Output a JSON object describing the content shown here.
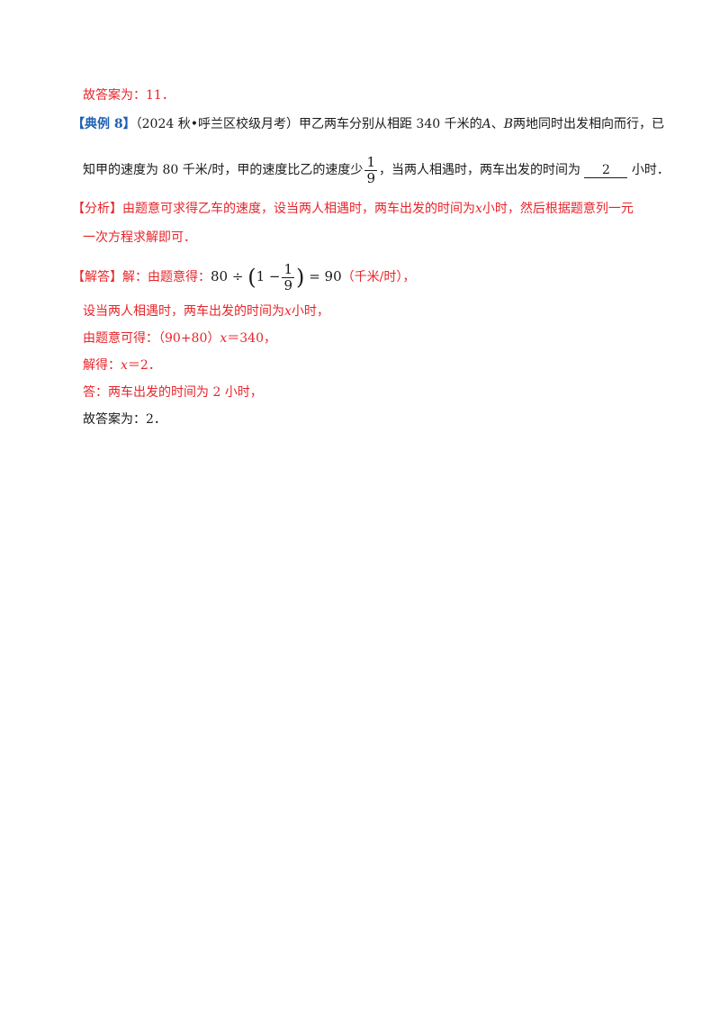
{
  "prev_answer": "故答案为：11．",
  "example": {
    "tag": "【典例 8】",
    "source": "（2024 秋•呼兰区校级月考）",
    "q_part1": "甲乙两车分别从相距 340 千米的",
    "var_a": "A",
    "sep": "、",
    "var_b": "B",
    "q_part2": "两地同时出发相向而行，已",
    "q_line2_a": "知甲的速度为 80 千米/时，甲的速度比乙的速度少",
    "frac_num": "1",
    "frac_den": "9",
    "q_line2_b": "，当两人相遇时，两车出发的时间为",
    "blank_answer": "2",
    "q_line2_c": "小时．"
  },
  "analysis": {
    "tag": "【分析】",
    "line1_a": "由题意可求得乙车的速度，设当两人相遇时，两车出发的时间为",
    "var_x": "x",
    "line1_b": "小时，然后根据题意列一元",
    "line2": "一次方程求解即可．"
  },
  "solution": {
    "tag": "【解答】",
    "intro": "解：由题意得：",
    "eq_left": "80 ÷",
    "eq_paren_open": "(",
    "eq_one_minus": "1 −",
    "eq_frac_num": "1",
    "eq_frac_den": "9",
    "eq_paren_close": ")",
    "eq_right": "= 90",
    "eq_unit": "（千米/时），",
    "step1_a": "设当两人相遇时，两车出发的时间为",
    "step1_x": "x",
    "step1_b": "小时，",
    "step2_a": "由题意可得：（90+80）",
    "step2_x": "x",
    "step2_b": "＝340，",
    "step3_a": "解得：",
    "step3_x": "x",
    "step3_b": "＝2．",
    "step4": "答：两车出发的时间为 2 小时，",
    "final": "故答案为：2．"
  },
  "colors": {
    "red": "#e8242a",
    "blue": "#1f5fb4",
    "text": "#1a1a1a"
  }
}
